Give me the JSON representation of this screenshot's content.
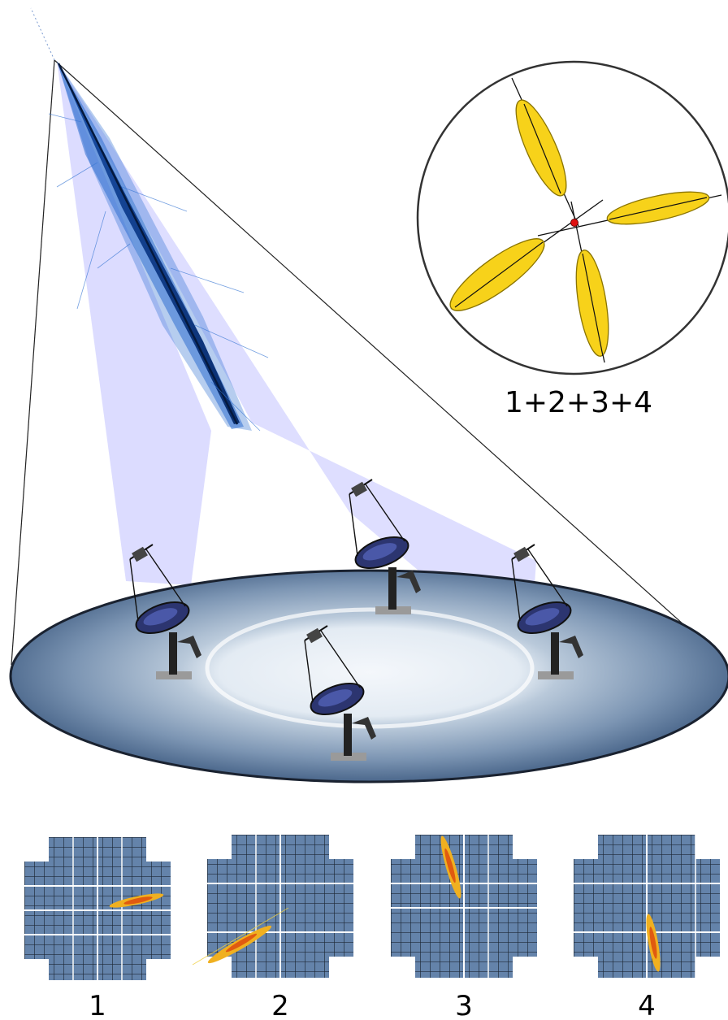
{
  "combined_label": "1+2+3+4",
  "camera_labels": [
    "1",
    "2",
    "3",
    "4"
  ],
  "colors": {
    "cone_fill": "#d6d6ff",
    "shower_core": "#0a2e6e",
    "shower_spray": "#2f6fd0",
    "ellipse_fill": "#f7d21a",
    "ellipse_stroke": "#8a7400",
    "impact_point": "#e01010",
    "ground_dark": "#3d5a80",
    "ground_light": "#eef3f8",
    "camera_pixels": "#5f7ea6",
    "image_core": "#f0b020"
  },
  "icons": {
    "telescope": "telescope-icon",
    "shower": "air-shower-icon"
  }
}
